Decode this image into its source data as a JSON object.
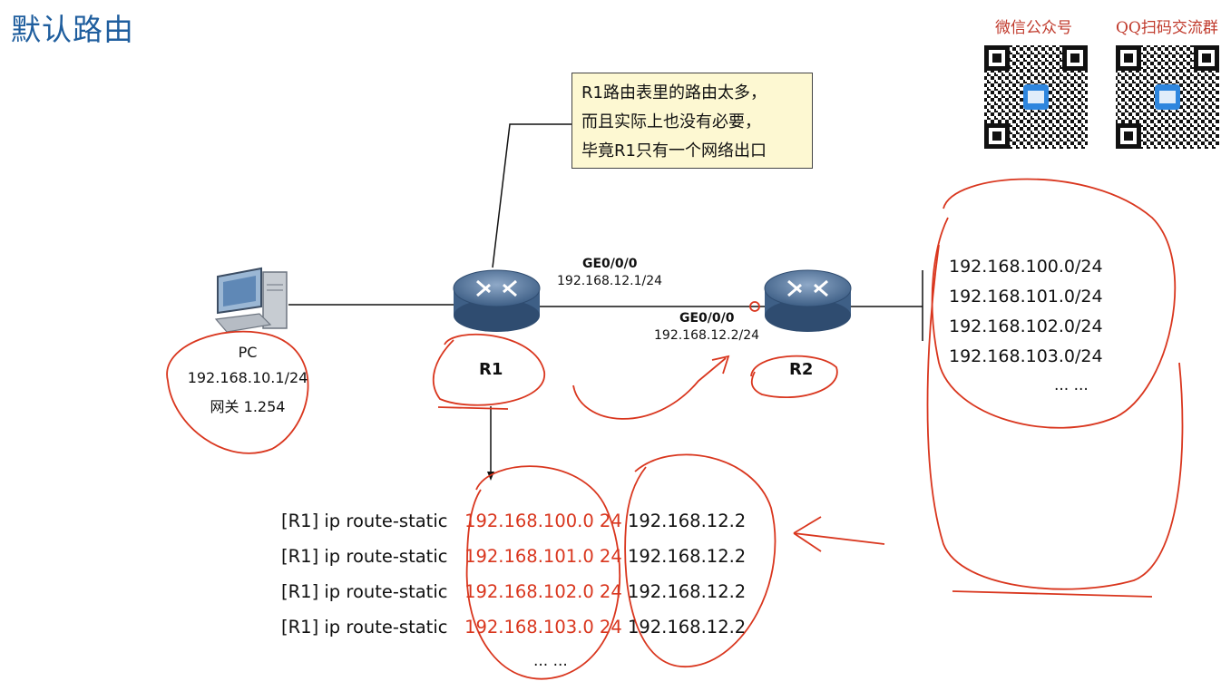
{
  "title": "默认路由",
  "qr_codes": [
    {
      "label": "微信公众号"
    },
    {
      "label": "QQ扫码交流群"
    }
  ],
  "callout": {
    "lines": [
      "R1路由表里的路由太多，",
      "而且实际上也没有必要，",
      "毕竟R1只有一个网络出口"
    ]
  },
  "pc": {
    "label": "PC",
    "ip": "192.168.10.1/24",
    "gateway": "网关 1.254"
  },
  "r1": {
    "label": "R1",
    "iface": "GE0/0/0",
    "ip": "192.168.12.1/24"
  },
  "r2": {
    "label": "R2",
    "iface": "GE0/0/0",
    "ip": "192.168.12.2/24"
  },
  "networks": [
    "192.168.100.0/24",
    "192.168.101.0/24",
    "192.168.102.0/24",
    "192.168.103.0/24",
    "... ..."
  ],
  "commands": [
    {
      "prefix": "[R1] ip route-static",
      "network": "192.168.100.0 24",
      "nexthop": "192.168.12.2"
    },
    {
      "prefix": "[R1] ip route-static",
      "network": "192.168.101.0 24",
      "nexthop": "192.168.12.2"
    },
    {
      "prefix": "[R1] ip route-static",
      "network": "192.168.102.0 24",
      "nexthop": "192.168.12.2"
    },
    {
      "prefix": "[R1] ip route-static",
      "network": "192.168.103.0 24",
      "nexthop": "192.168.12.2"
    }
  ],
  "commands_more": "... ...",
  "colors": {
    "title": "#1f5e9e",
    "accent_red": "#d9361e",
    "callout_bg": "#fdf8d2",
    "router": "#5a7aa0"
  }
}
